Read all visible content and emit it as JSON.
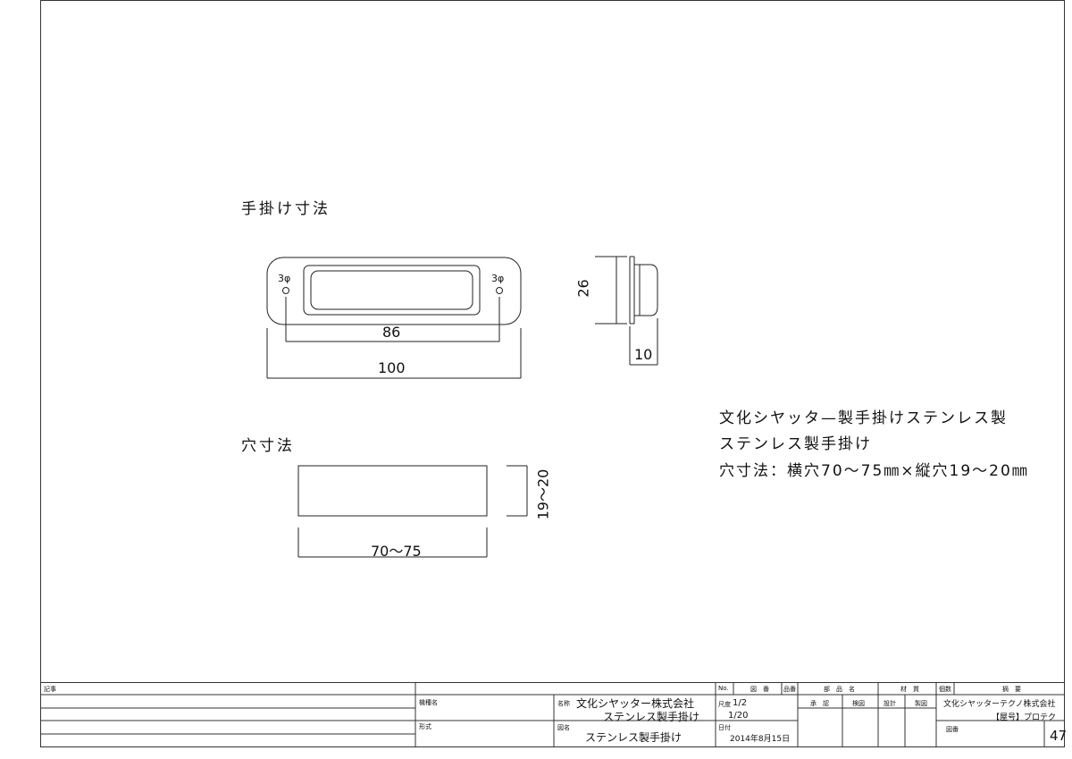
{
  "headings": {
    "handle_dims": "手掛け寸法",
    "hole_dims": "穴寸法"
  },
  "dimensions": {
    "hole_dia_left": "3φ",
    "hole_dia_right": "3φ",
    "hole_pitch": "86",
    "overall_width": "100",
    "side_height": "26",
    "side_depth": "10",
    "cutout_height": "19～20",
    "cutout_width": "70～75"
  },
  "notes": {
    "line1": "文化シヤッタ—製手掛けステンレス製",
    "line2": "ステンレス製手掛け",
    "line3": "穴寸法：横穴70～75㎜×縦穴19～20㎜"
  },
  "title_block": {
    "remarks_label": "記事",
    "model_label": "機種名",
    "type_label": "形式",
    "name_label": "名称",
    "name_line1": "文化シヤッター株式会社",
    "name_line2": "ステンレス製手掛け",
    "drawing_name_label": "図名",
    "drawing_name": "ステンレス製手掛け",
    "no_label": "No.",
    "drawing_no_label": "図　番",
    "item_no_label": "品番",
    "part_name_label": "部　品　名",
    "material_label": "材　質",
    "qty_label": "個数",
    "summary_label": "摘　要",
    "scale_label": "尺度",
    "scale_1": "1/2",
    "scale_2": "1/20",
    "date_label": "日付",
    "date": "2014年8月15日",
    "approve_label": "承　認",
    "check_label": "検図",
    "design_label": "設計",
    "draft_label": "製図",
    "company": "文化シヤッターテクノ株式会社",
    "shop_name": "【屋号】プロテク",
    "drawing_number_label": "図番",
    "drawing_number": "47"
  }
}
